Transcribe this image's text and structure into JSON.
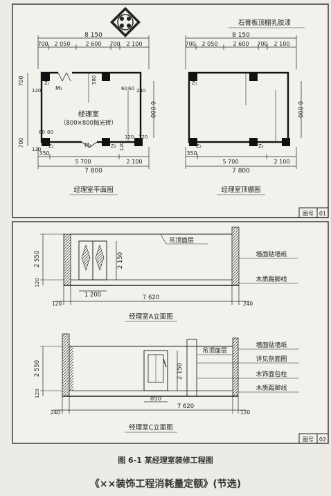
{
  "sheet1": {
    "plan": {
      "title": "经理室平面图",
      "room_label": "经理室",
      "floor_note": "（800×800抛光砖）",
      "top_total": "8 150",
      "top_segments": [
        "700",
        "2 050",
        "2 600",
        "700",
        "2 100"
      ],
      "bottom_segments": [
        "350",
        "5 700",
        "2 100"
      ],
      "bottom_total": "7 800",
      "right_dim": "6 000",
      "left_dims": [
        "700",
        "700"
      ],
      "small_dims": [
        "120",
        "120",
        "60",
        "60",
        "120",
        "60",
        "60",
        "240",
        "580",
        "120",
        "120"
      ],
      "tags": [
        "Z₁",
        "M₁",
        "Z₂",
        "M₂",
        "Z₃"
      ]
    },
    "ceiling": {
      "title": "经理室顶棚图",
      "note": "石膏板顶棚乳胶漆",
      "top_total": "8 150",
      "top_segments": [
        "700",
        "2 050",
        "2 600",
        "700",
        "2 100"
      ],
      "bottom_segments": [
        "350",
        "5 700",
        "2 100"
      ],
      "bottom_total": "7 800",
      "right_dim": "6 000",
      "tags": [
        "Z₁",
        "Z₂",
        "Z₃"
      ]
    },
    "sheet_label": "图号",
    "sheet_no": "01"
  },
  "sheet2": {
    "elevA": {
      "title": "经理室A立面图",
      "height_total": "2 550",
      "door_height": "2 150",
      "base_dim": "120",
      "door_width": "1 200",
      "span": "7 620",
      "left_end": "120",
      "right_end": "240",
      "labels": [
        "吊顶面层",
        "墙面贴墙纸",
        "木质踢脚线"
      ]
    },
    "elevC": {
      "title": "经理室C立面图",
      "height_total": "2 550",
      "door_height": "2 150",
      "base_dim": "120",
      "door_width": "850",
      "span": "7 620",
      "left_end": "240",
      "right_end": "120",
      "labels": [
        "吊顶面层",
        "墙面贴墙纸",
        "详见剖面图",
        "木饰面包柱",
        "木质踢脚线"
      ]
    },
    "sheet_label": "图号",
    "sheet_no": "02"
  },
  "figure_caption": "图 6-1    某经理室装修工程图",
  "book_title": "《××装饰工程消耗量定额》(节选)"
}
